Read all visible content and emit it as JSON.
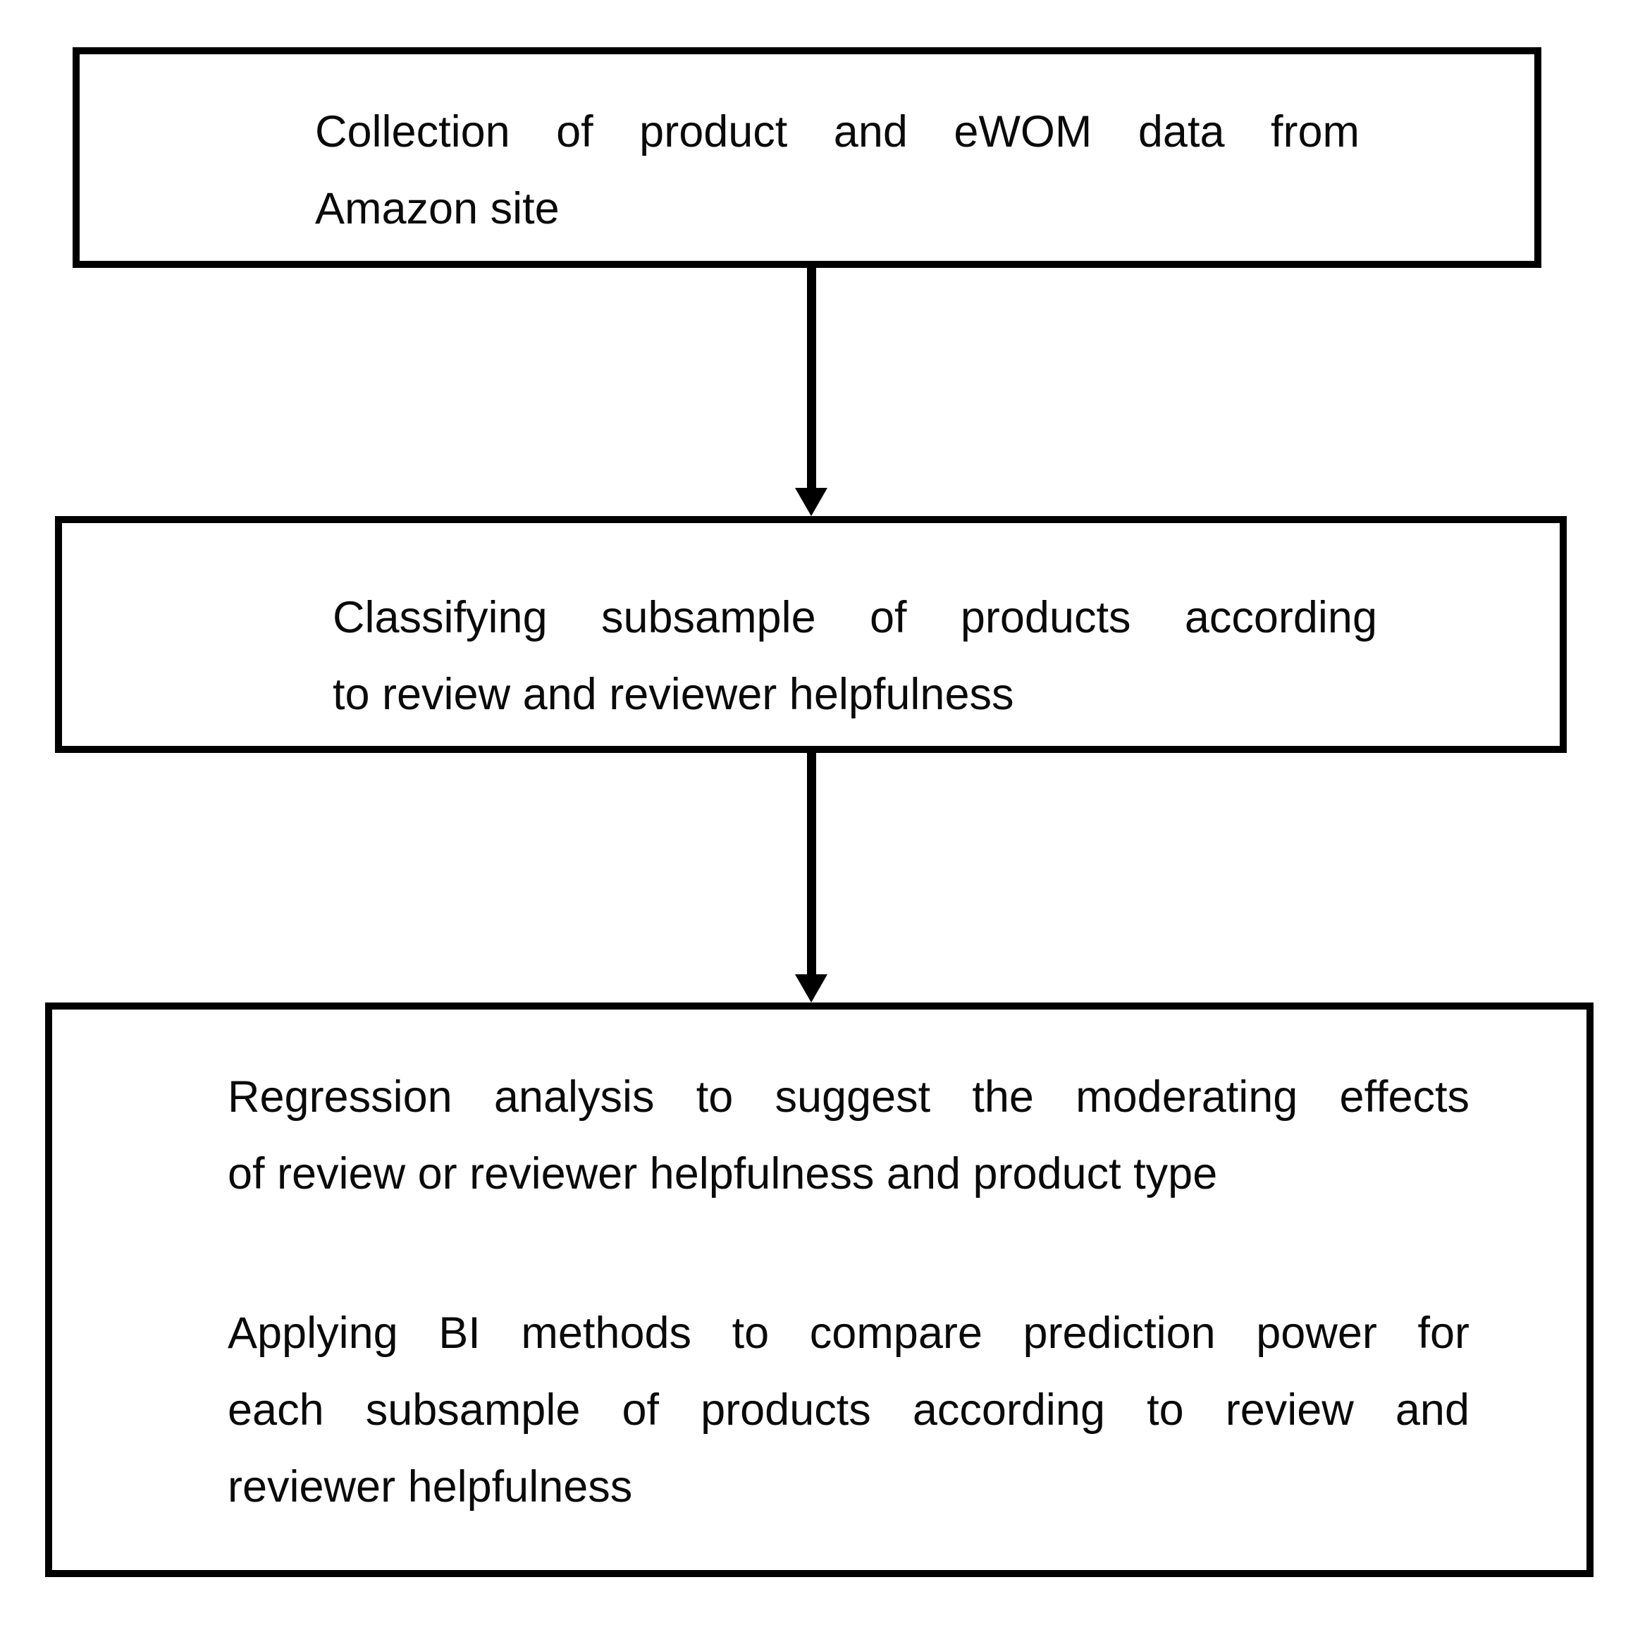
{
  "page": {
    "background": "#ffffff",
    "line_color": "#000000",
    "text_color": "#0a0a0a"
  },
  "flowchart": {
    "boxes": [
      {
        "name": "collection",
        "lines": [
          "Collection of product and eWOM data from",
          "Amazon site"
        ]
      },
      {
        "name": "classify",
        "lines": [
          "Classifying subsample of products according",
          "to review and reviewer helpfulness"
        ]
      },
      {
        "name": "analysis",
        "paragraphs": {
          "p1": [
            "Regression analysis to suggest the moderating effects",
            "of review or reviewer helpfulness and product type"
          ],
          "p2": [
            "Applying BI methods to compare prediction power for",
            "each subsample of products according to review and",
            "reviewer helpfulness"
          ]
        }
      }
    ],
    "arrows": [
      {
        "name": "arrow-1",
        "direction": "down"
      },
      {
        "name": "arrow-2",
        "direction": "down"
      }
    ]
  }
}
